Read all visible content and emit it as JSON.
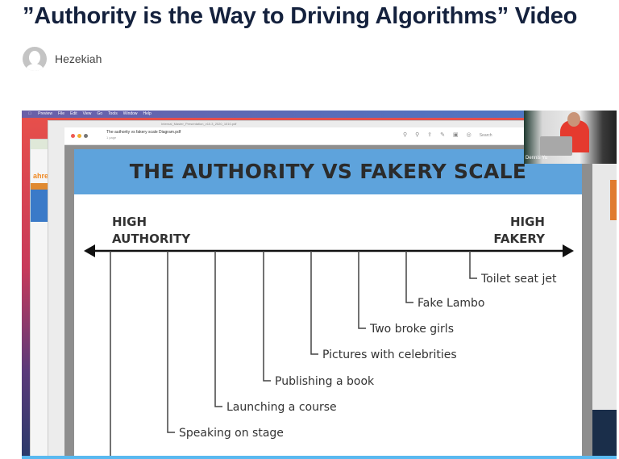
{
  "post": {
    "title": "”Authority is the Way to Driving Algorithms” Video",
    "author": "Hezekiah"
  },
  "video": {
    "menubar": [
      "Preview",
      "File",
      "Edit",
      "View",
      "Go",
      "Tools",
      "Window",
      "Help"
    ],
    "back_window_title": "Internal_Master_Presentation_v10.3_2020_1010.pdf",
    "window_title": "The authority vs fakery scale Diagram.pdf",
    "window_subtitle": "1 page",
    "search_placeholder": "Search",
    "webcam_name": "Dennis Yu",
    "slide": {
      "title": "THE AUTHORITY VS FAKERY SCALE",
      "left_end": [
        "HIGH",
        "AUTHORITY"
      ],
      "right_end": [
        "HIGH",
        "FAKERY"
      ],
      "items": [
        "Toilet seat jet",
        "Fake Lambo",
        "Two broke girls",
        "Pictures with celebrities",
        "Publishing a book",
        "Launching a course",
        "Speaking on stage"
      ]
    }
  }
}
